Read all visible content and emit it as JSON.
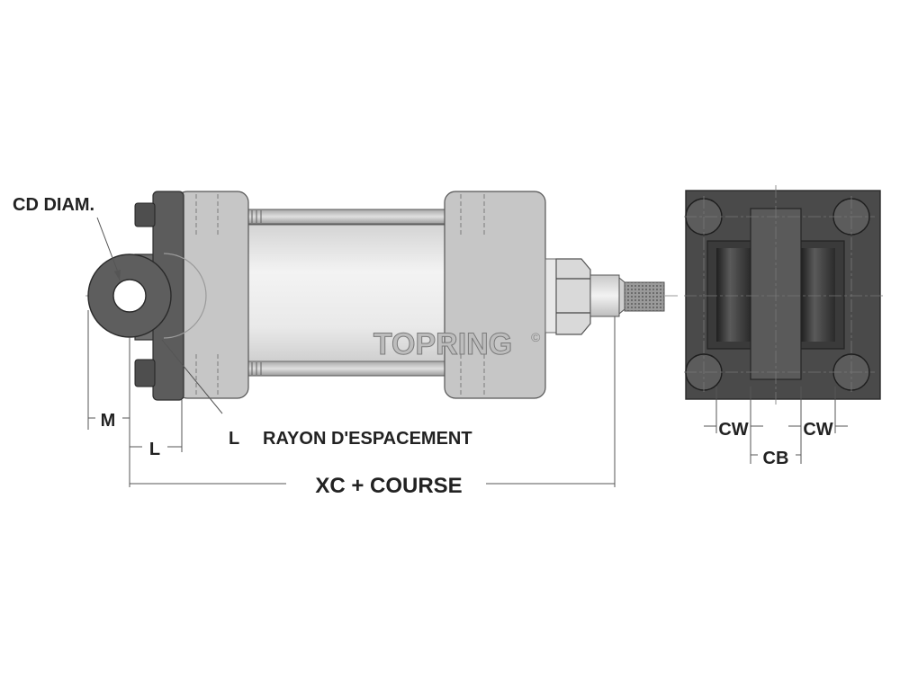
{
  "drawing": {
    "labels": {
      "cd_diam": "CD DIAM.",
      "m": "M",
      "l_short": "L",
      "l_radius": "L",
      "rayon": "RAYON D'ESPACEMENT",
      "xc_course": "XC + COURSE",
      "cw_left": "CW",
      "cw_right": "CW",
      "cb": "CB"
    },
    "watermark": {
      "text": "TOPRING",
      "mark": "©"
    }
  },
  "colors": {
    "body_light": "#e6e6e6",
    "head_gray": "#c6c6c6",
    "bracket_dark": "#585858",
    "end_view_dark": "#4a4a4a",
    "label_text": "#222222"
  }
}
